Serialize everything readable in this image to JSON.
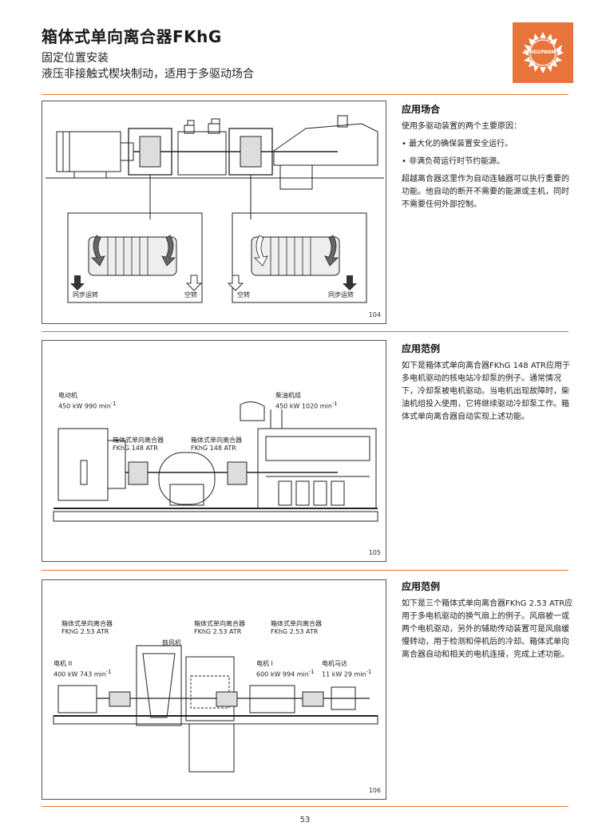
{
  "header": {
    "title": "箱体式单向离合器FKhG",
    "subtitle1": "固定位置安装",
    "subtitle2": "液压非接触式楔块制动，适用于多驱动场合",
    "logo_text": "RINGSPANN"
  },
  "brand_color": "#e8743b",
  "section1": {
    "heading": "应用场合",
    "intro": "使用多驱动装置的两个主要原因：",
    "bullets": [
      "•  最大化的确保装置安全运行。",
      "•  非满负荷运行时节约能源。"
    ],
    "body": "超越离合器这里作为自动连轴器可以执行重要的功能。他自动的断开不需要的能源或主机，同时不需要任何外部控制。",
    "figure_number": "104",
    "labels": {
      "sync_left": "同步运转",
      "idle_left": "空转",
      "idle_right": "空转",
      "sync_right": "同步运转"
    }
  },
  "section2": {
    "heading": "应用范例",
    "body": "如下是箱体式单向离合器FKhG 148 ATR应用于多电机驱动的核电站冷却泵的例子。通常情况下，冷却泵被电机驱动。当电机出现故障时，柴油机组投入使用，它将继续驱动冷却泵工作。箱体式单向离合器自动实现上述功能。",
    "figure_number": "105",
    "labels": {
      "motor_name": "电动机",
      "motor_spec": "450 kW 990 min",
      "diesel_name": "柴油机组",
      "diesel_spec": "450 kW 1020 min",
      "clutch1_name": "箱体式单向离合器",
      "clutch1_model": "FKhG 148 ATR",
      "clutch2_name": "箱体式单向离合器",
      "clutch2_model": "FKhG 148 ATR",
      "exp": "-1"
    }
  },
  "section3": {
    "heading": "应用范例",
    "body": "如下是三个箱体式单向离合器FKhG 2.53 ATR应用于多电机驱动的换气扇上的例子。风扇被一或两个电机驱动，另外的辅助传动装置可是风扇缓慢转动，用于检测和停机后的冷却。箱体式单向离合器自动和相关的电机连接，完成上述功能。",
    "figure_number": "106",
    "labels": {
      "clutch_a_name": "箱体式单向离合器",
      "clutch_a_model": "FKhG 2.53 ATR",
      "clutch_b_name": "箱体式单向离合器",
      "clutch_b_model": "FKhG 2.53 ATR",
      "clutch_c_name": "箱体式单向离合器",
      "clutch_c_model": "FKhG 2.53 ATR",
      "fan": "鼓风机",
      "motor2_name": "电机 II",
      "motor2_spec": "400  kW 743 min",
      "motor1_name": "电机 I",
      "motor1_spec": "600  kW 994 min",
      "aux_name": "电机马达",
      "aux_spec": "11 kW 29 min",
      "exp": "-1"
    }
  },
  "page_number": "53"
}
